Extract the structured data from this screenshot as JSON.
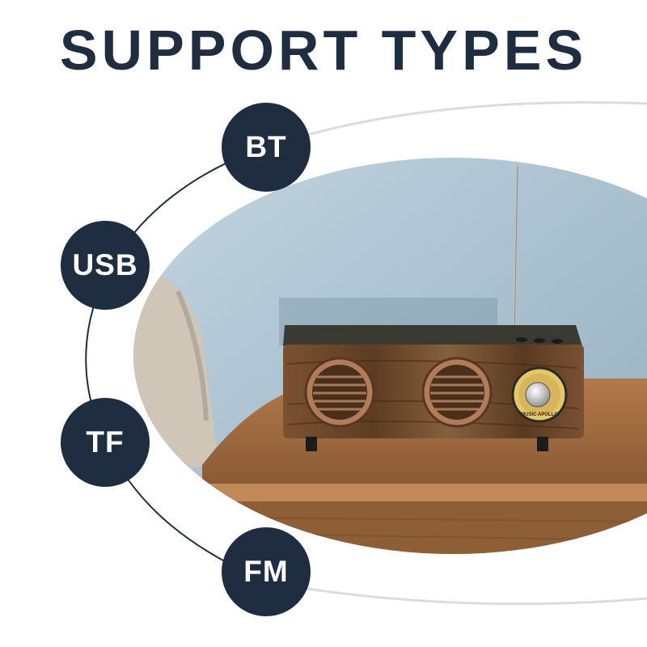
{
  "title": "SUPPORT TYPES",
  "badges": [
    {
      "label": "BT"
    },
    {
      "label": "USB"
    },
    {
      "label": "TF"
    },
    {
      "label": "FM"
    }
  ],
  "product": {
    "dial_brand_text": "MUSIC APOLLO",
    "colors": {
      "badge": "#1e2d40",
      "wood": "#6e4a2b",
      "wall": "#a9c0cf",
      "table": "#a26e43"
    }
  }
}
